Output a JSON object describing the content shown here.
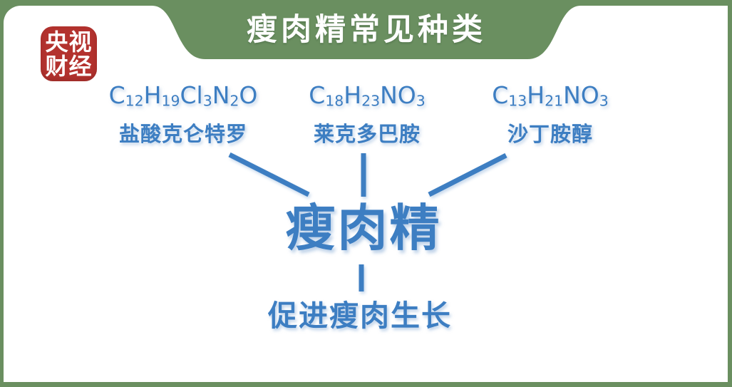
{
  "colors": {
    "frame_green": "#6a8f60",
    "accent_blue": "#3d7ec2",
    "logo_red": "#b3322e",
    "card_white": "#ffffff"
  },
  "logo": {
    "row1": "央视",
    "row2": "财经"
  },
  "header": {
    "title": "瘦肉精常见种类"
  },
  "types": [
    {
      "formula": [
        [
          "C",
          "12"
        ],
        [
          "H",
          "19"
        ],
        [
          "Cl",
          "3"
        ],
        [
          "N",
          "2"
        ],
        [
          "O",
          ""
        ]
      ],
      "name": "盐酸克仑特罗"
    },
    {
      "formula": [
        [
          "C",
          "18"
        ],
        [
          "H",
          "23"
        ],
        [
          "N",
          ""
        ],
        [
          "O",
          "3"
        ]
      ],
      "name": "莱克多巴胺"
    },
    {
      "formula": [
        [
          "C",
          "13"
        ],
        [
          "H",
          "21"
        ],
        [
          "N",
          ""
        ],
        [
          "O",
          "3"
        ]
      ],
      "name": "沙丁胺醇"
    }
  ],
  "center": {
    "label": "瘦肉精"
  },
  "effect": {
    "label": "促进瘦肉生长"
  }
}
